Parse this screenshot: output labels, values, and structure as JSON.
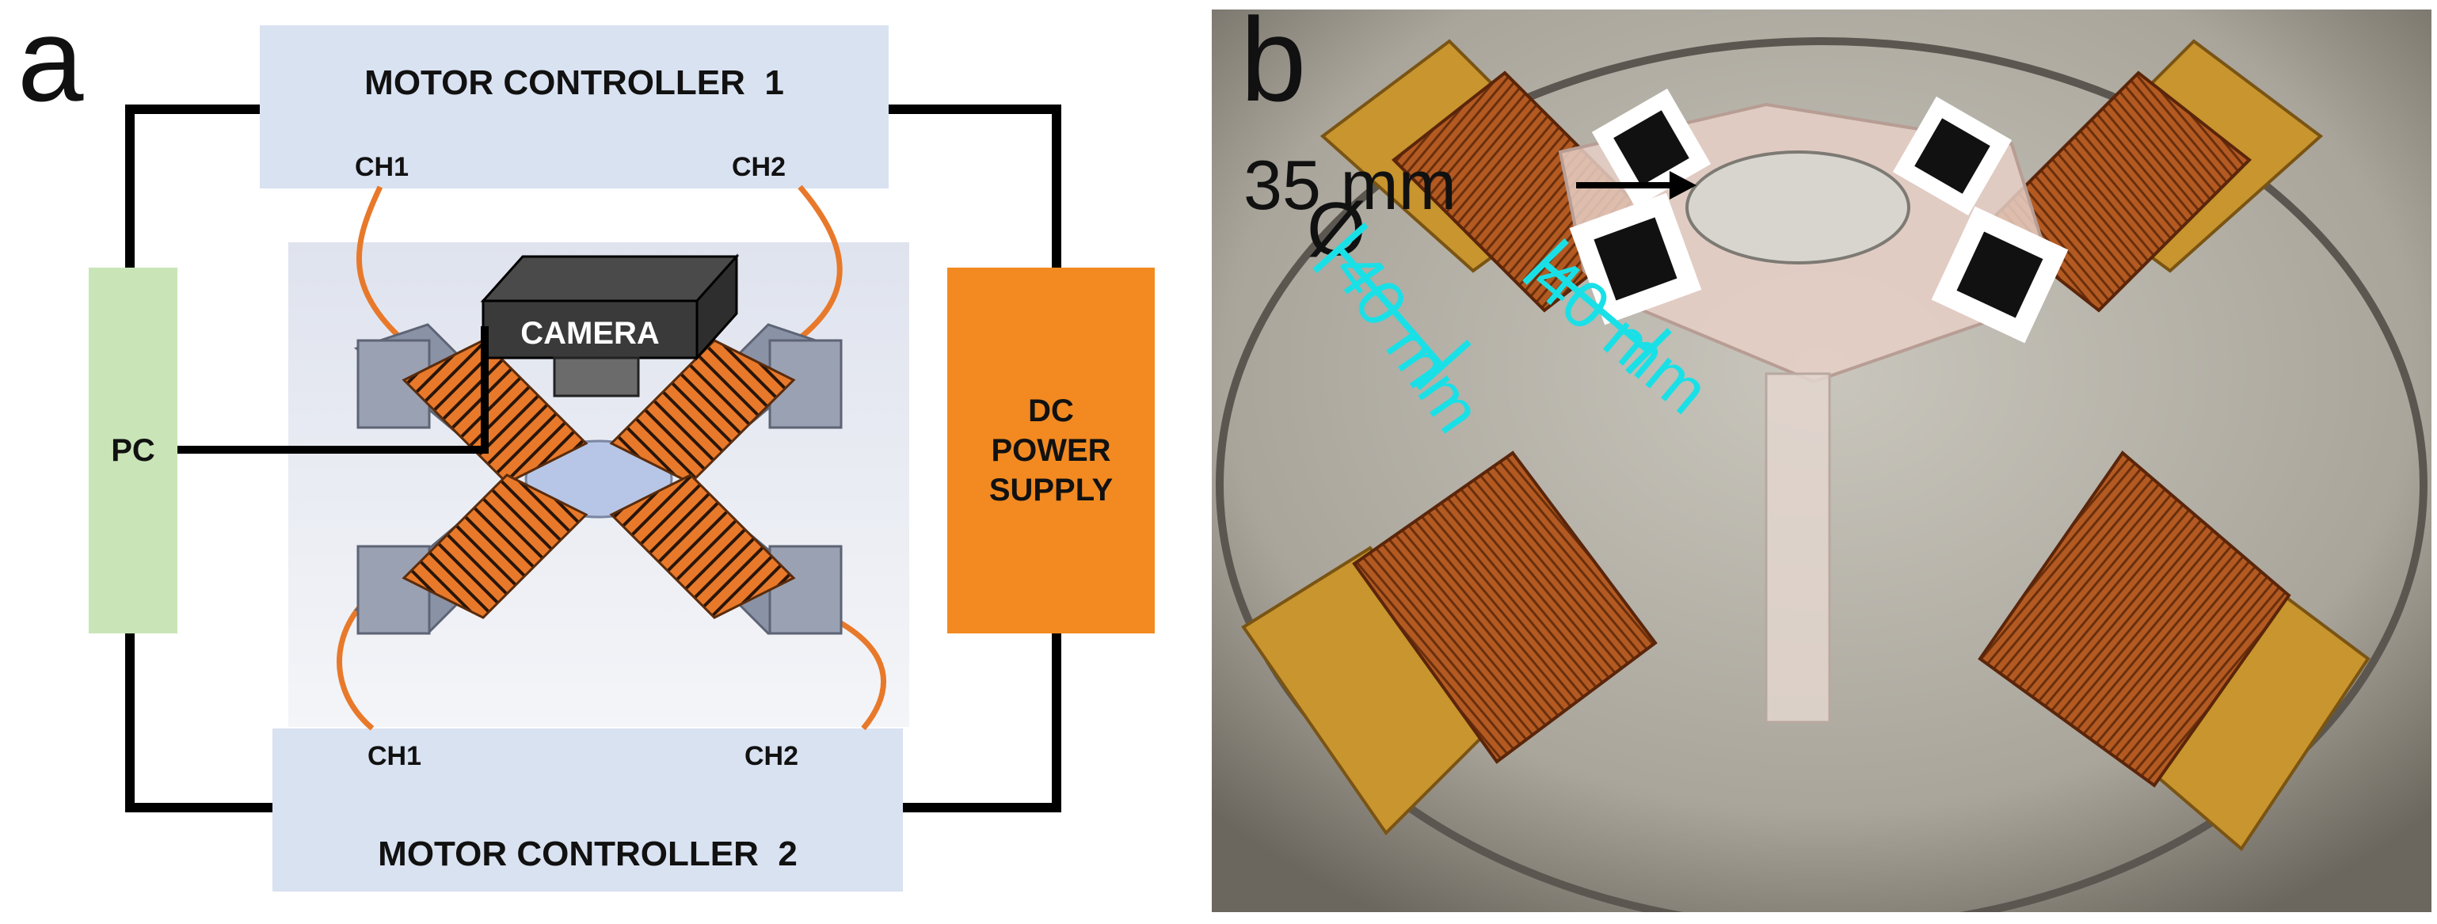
{
  "panel_a": {
    "letter": "a",
    "motor_controller_1": {
      "label": "MOTOR CONTROLLER  1",
      "ch1": "CH1",
      "ch2": "CH2"
    },
    "motor_controller_2": {
      "label": "MOTOR CONTROLLER  2",
      "ch1": "CH1",
      "ch2": "CH2"
    },
    "pc_label": "PC",
    "power_supply": {
      "line1": "DC",
      "line2": "POWER",
      "line3": "SUPPLY"
    },
    "camera_label": "CAMERA"
  },
  "panel_b": {
    "letter": "b",
    "dish_label": "35 mm",
    "diameter_symbol": "Ø",
    "coil_length_left": "40 mm",
    "coil_length_right": "40 mm"
  },
  "colors": {
    "motor_controller": "#d9e2f1",
    "pc": "#c9e5b8",
    "power_supply": "#f28a21",
    "coil": "#e8792a",
    "dimension_line": "#19e0e6"
  }
}
